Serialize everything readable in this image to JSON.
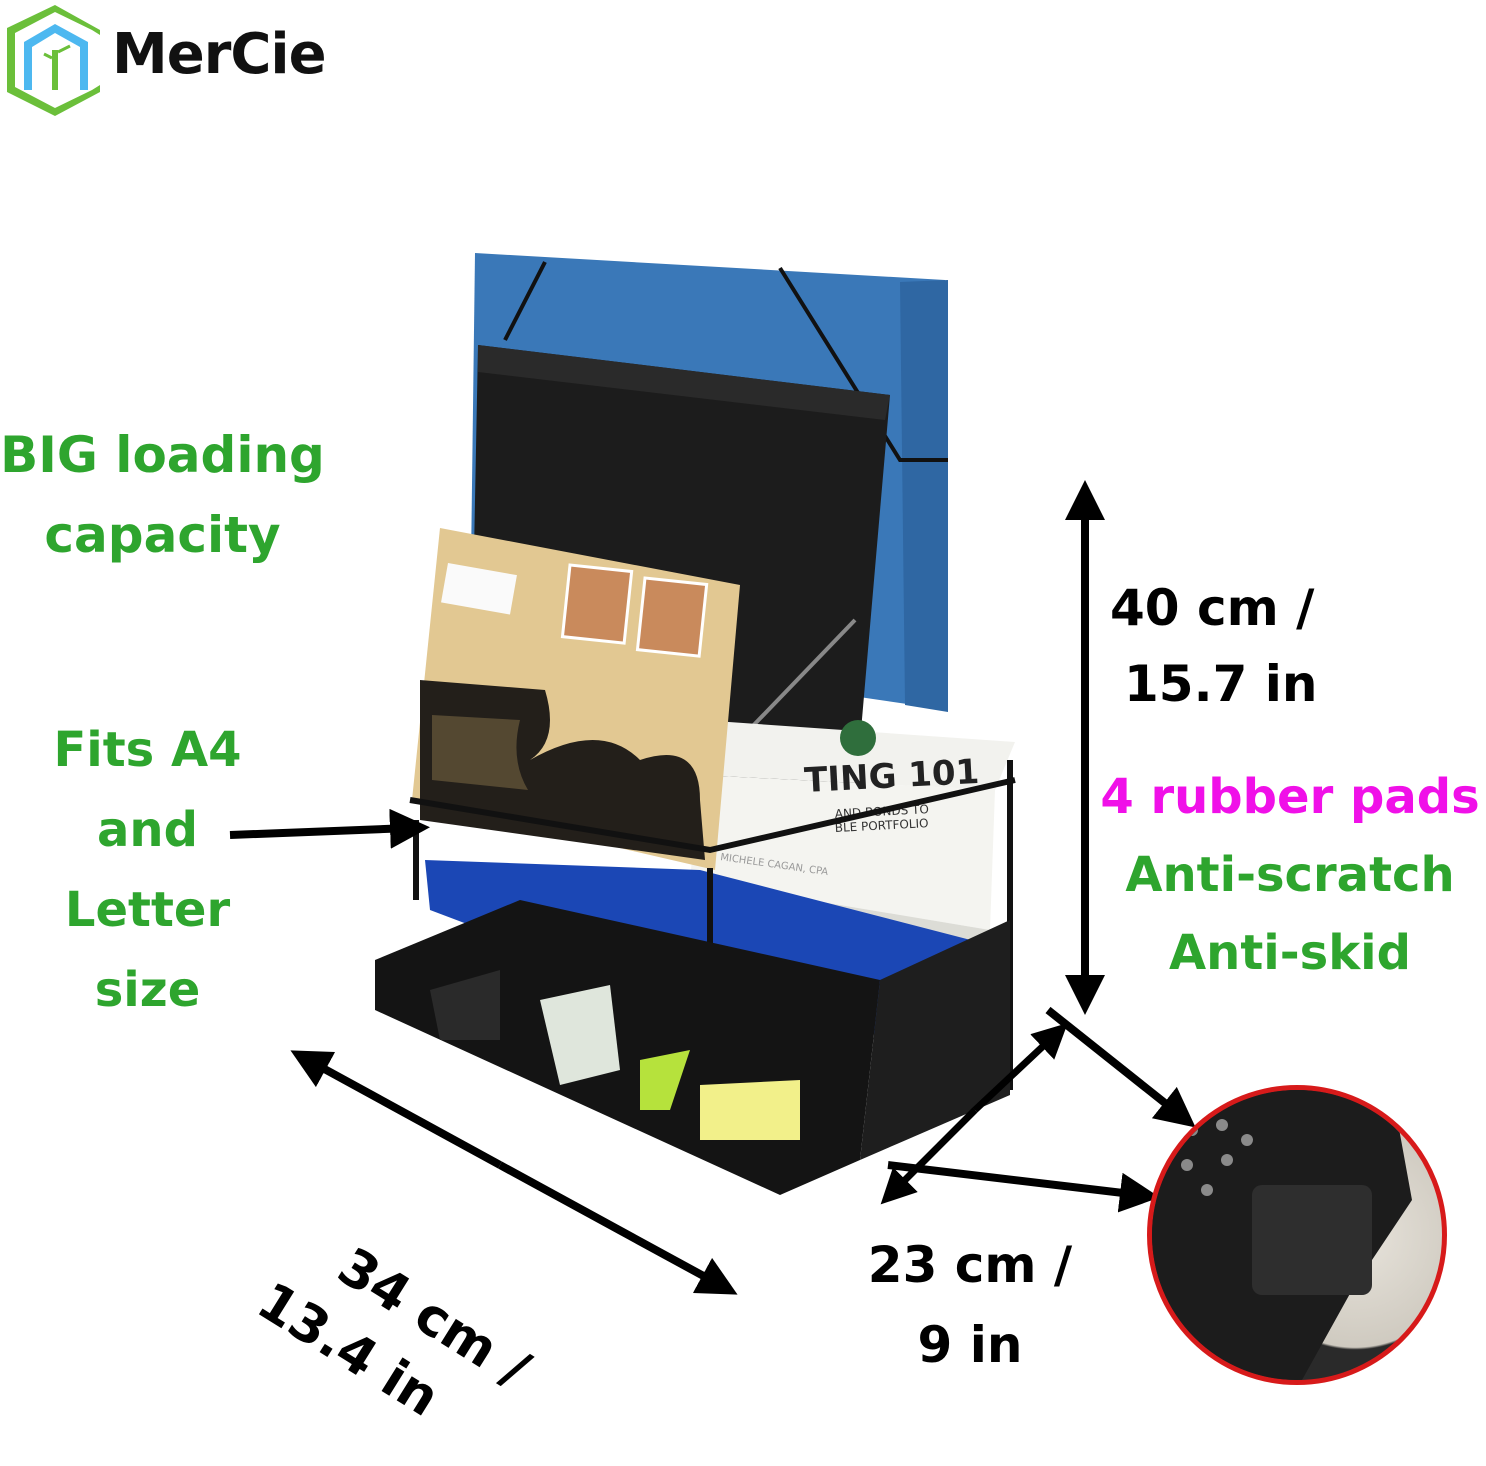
{
  "brand": {
    "name": "MerCie",
    "logo_icon": "hexagon-bamboo-house-icon",
    "colors": {
      "hexagon": "#6bbf3a",
      "house": "#4db8f0",
      "text": "#111111"
    }
  },
  "callouts": {
    "capacity": {
      "lines": [
        "BIG loading",
        "capacity"
      ],
      "color": "#2ea52e"
    },
    "paper_size": {
      "lines": [
        "Fits A4",
        "and",
        "Letter",
        "size"
      ],
      "color": "#2ea52e"
    },
    "height": {
      "lines": [
        "40 cm /",
        "15.7 in"
      ],
      "color": "#000000"
    },
    "pads": {
      "line": "4 rubber pads",
      "color": "#f010e8"
    },
    "anti": {
      "lines": [
        "Anti-scratch",
        "Anti-skid"
      ],
      "color": "#2ea52e"
    },
    "width": {
      "lines": [
        "34 cm /",
        "13.4 in"
      ],
      "color": "#000000"
    },
    "depth": {
      "lines": [
        "23 cm /",
        "9 in"
      ],
      "color": "#000000"
    }
  },
  "product": {
    "book_title_fragment": "TING 101",
    "book_subtitle_fragment": "AND BONDS TO",
    "book_subtitle_fragment2": "BLE PORTFOLIO",
    "book_author": "MICHELE CAGAN, CPA",
    "colors": {
      "folder_blue": "#3a78b8",
      "folio_black": "#1a1a1a",
      "envelope": "#e2c892",
      "shelf_blue": "#1b47b5",
      "mesh": "#151515",
      "book": "#f2f2ee"
    }
  },
  "detail": {
    "subject": "rubber-pad-closeup",
    "ring_color": "#d71a1a"
  }
}
